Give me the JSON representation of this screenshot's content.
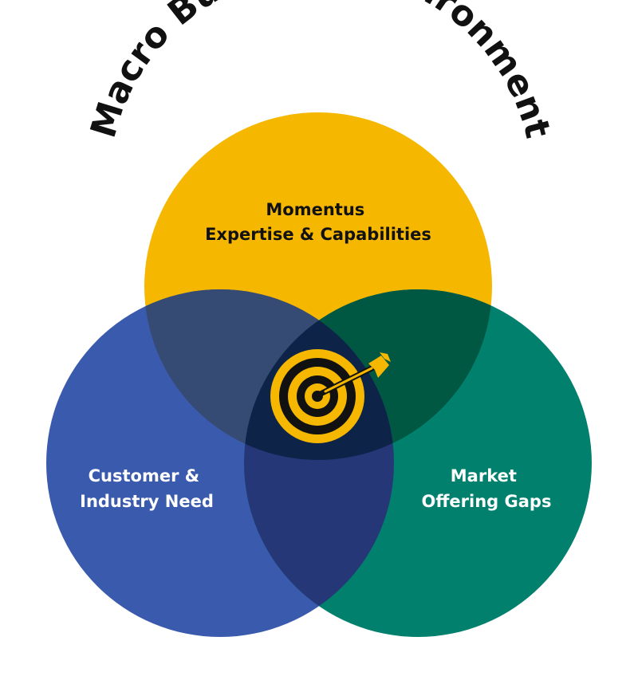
{
  "title": "Macro Business Environment",
  "circles": {
    "top": {
      "lines": [
        "Momentus",
        "Expertise & Capabilities"
      ],
      "color": "#f5b700",
      "text_color": "#111111"
    },
    "left": {
      "lines": [
        "Customer &",
        "Industry Need"
      ],
      "color": "#3a5aad",
      "text_color": "#ffffff"
    },
    "right": {
      "lines": [
        "Market",
        "Offering Gaps"
      ],
      "color": "#00806d",
      "text_color": "#ffffff"
    }
  },
  "overlap_colors": {
    "top_left": "#364b73",
    "top_right": "#005842",
    "left_right": "#263778",
    "center": "#0d2347"
  },
  "center_icon": "target-with-arrow-icon",
  "target_colors": {
    "ring_dark": "#111111",
    "ring_light": "#f5b700"
  }
}
